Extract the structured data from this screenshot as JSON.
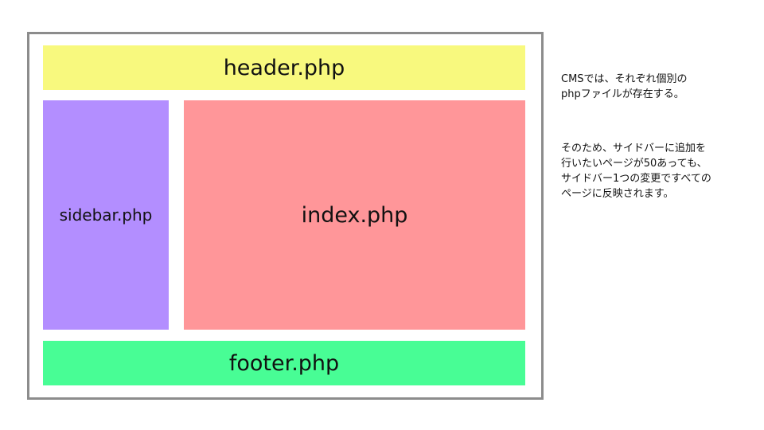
{
  "layout": {
    "header": {
      "label": "header.php",
      "color": "#f8f97e"
    },
    "sidebar": {
      "label": "sidebar.php",
      "color": "#b38eff"
    },
    "main": {
      "label": "index.php",
      "color": "#ff9699"
    },
    "footer": {
      "label": "footer.php",
      "color": "#48fd95"
    }
  },
  "notes": [
    {
      "lines": [
        "CMSでは、それぞれ個別の",
        "phpファイルが存在する。"
      ]
    },
    {
      "lines": [
        "そのため、サイドバーに追加を",
        "行いたいページが50あっても、",
        "サイドバー1つの変更ですべての",
        "ページに反映されます。"
      ]
    }
  ]
}
